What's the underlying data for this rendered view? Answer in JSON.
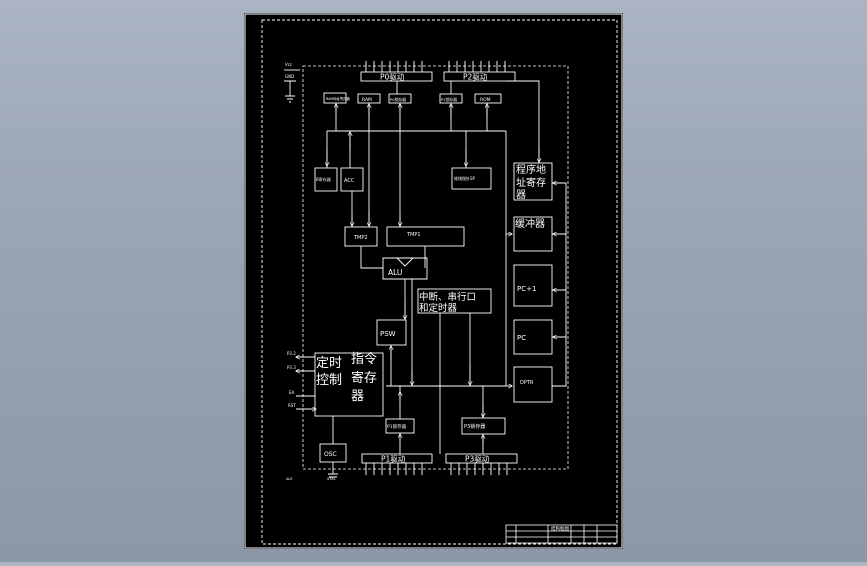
{
  "colors": {
    "sheet": "#000000",
    "line": "#ffffff",
    "viewport": "#9aa5b5"
  },
  "pins_left": {
    "vcc": "Vcc",
    "gnd": "GND",
    "p32": "P3.2",
    "p33": "P3.3",
    "rst": "RST",
    "ea": "EA",
    "ale": "ALE"
  },
  "drivers": {
    "p0_top": "P0驱动",
    "p2_top": "P2驱动",
    "p1_bottom": "P1驱动",
    "p3_bottom": "P3驱动"
  },
  "latches": {
    "p0": "P0锁存器",
    "p2": "P2锁存器",
    "p1": "P1锁存器",
    "p3": "P3锁存器"
  },
  "regs": {
    "ram_addr": "RAM地址寄存器",
    "ram": "RAM",
    "rom": "ROM",
    "b_reg": "B寄存器",
    "acc": "ACC",
    "sp": "堆栈指针SP"
  },
  "blocks": {
    "pc_addr_l1": "程序地",
    "pc_addr_l2": "址寄存",
    "pc_addr_l3": "器",
    "buffer": "缓冲器",
    "pc_inc": "PC+1",
    "pc": "PC",
    "dptr": "DPTR",
    "tmp2": "TMP2",
    "tmp1": "TMP1",
    "alu": "ALU",
    "psw": "PSW",
    "intr_l1": "中断、串行口",
    "intr_l2": "和定时器",
    "timing_l1": "定时",
    "timing_l2": "控制",
    "ir_l1": "指令",
    "ir_l2": "寄存",
    "ir_l3": "器",
    "osc": "OSC"
  },
  "bottom_label": "XTAL",
  "titleblock": {
    "name": "结构框图"
  }
}
